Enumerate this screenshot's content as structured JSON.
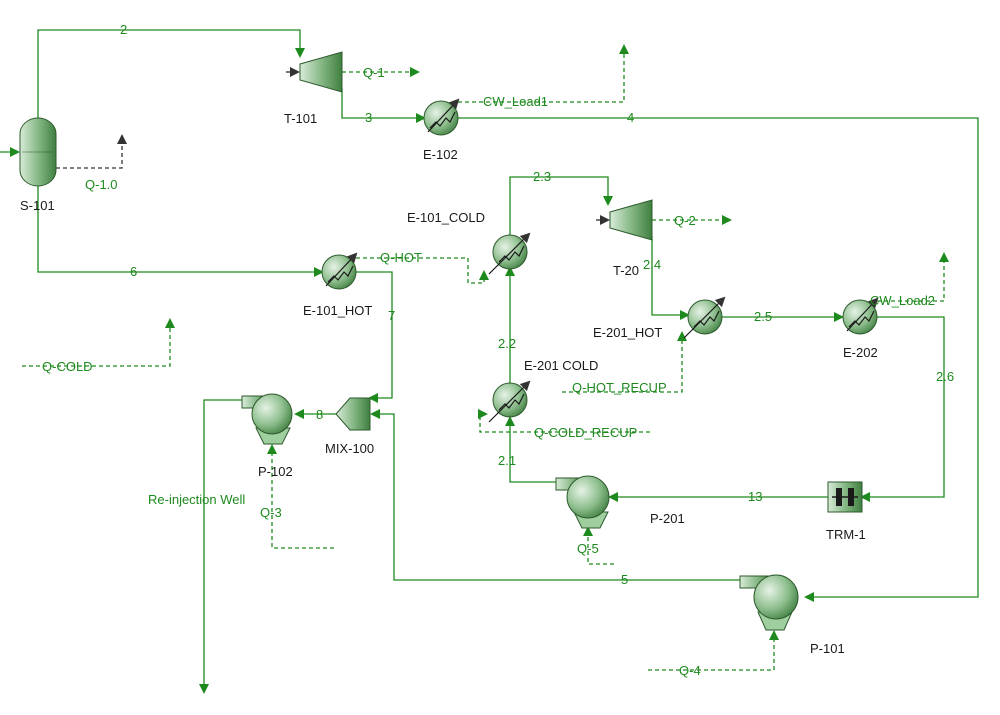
{
  "colors": {
    "stream": "#1e8a1e",
    "equipment_fill": "#8fbf8f",
    "energy_unset": "#333333"
  },
  "units": {
    "s101": "S-101",
    "t101": "T-101",
    "e102": "E-102",
    "e101_cold": "E-101_COLD",
    "e101_hot": "E-101_HOT",
    "t20": "T-20",
    "e201_hot": "E-201_HOT",
    "e202": "E-202",
    "e201_cold": "E-201 COLD",
    "mix100": "MIX-100",
    "p102": "P-102",
    "p201": "P-201",
    "trm1": "TRM-1",
    "p101": "P-101"
  },
  "streams": {
    "s2": "2",
    "s3": "3",
    "s4": "4",
    "s6": "6",
    "s7": "7",
    "s8": "8",
    "s23": "2.3",
    "s24": "2.4",
    "s25": "2.5",
    "s26": "2.6",
    "s22": "2.2",
    "s21": "2.1",
    "s13": "13",
    "s5": "5"
  },
  "energy": {
    "q1": "Q-1",
    "q10": "Q-1.0",
    "cw_load1": "CW_Load1",
    "q_hot": "Q-HOT",
    "q2": "Q-2",
    "cw_load2": "CW_Load2",
    "q_cold": "Q-COLD",
    "q_hot_recup": "Q-HOT_RECUP",
    "q_cold_recup": "Q-COLD_RECUP",
    "q3": "Q-3",
    "q5": "Q-5",
    "q4": "Q-4"
  },
  "annotations": {
    "reinjection": "Re-injection Well"
  }
}
